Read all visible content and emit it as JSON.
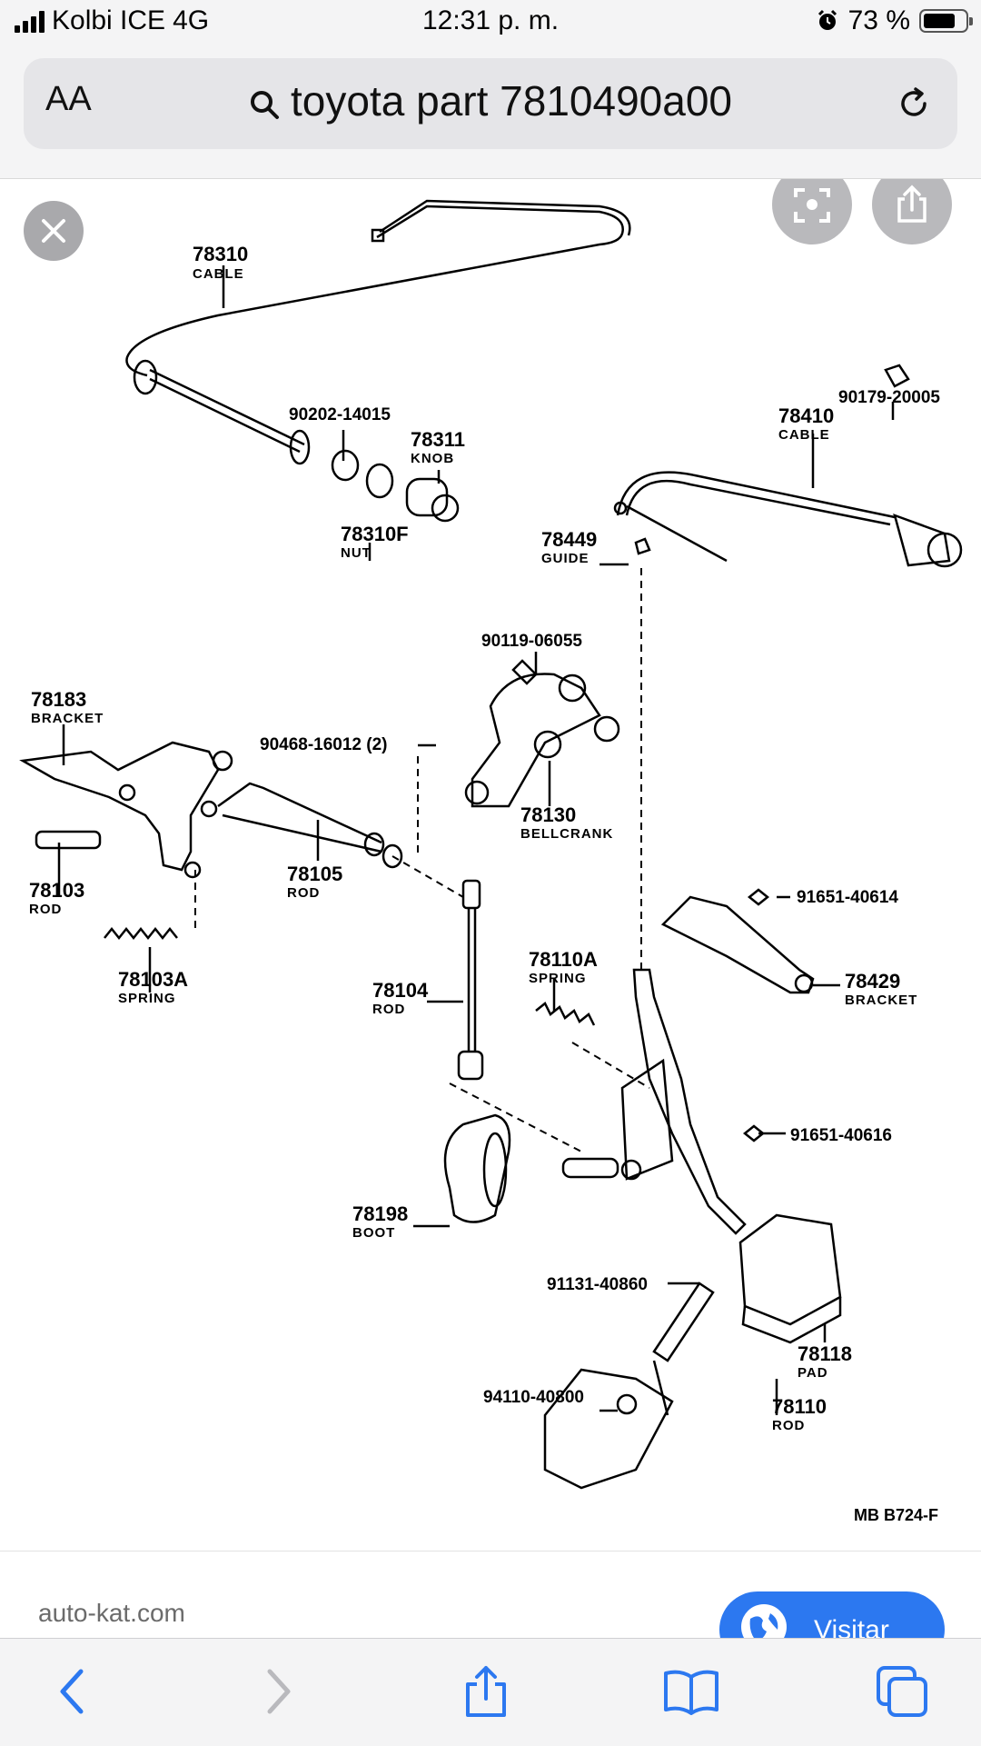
{
  "status_bar": {
    "carrier": "Kolbi ICE",
    "network": "4G",
    "time": "12:31 p. m.",
    "battery": "73 %",
    "battery_level": 0.73
  },
  "address_bar": {
    "text_size_button": "AA",
    "query": "toyota part 7810490a00",
    "icons": [
      "search-icon",
      "reload-icon"
    ]
  },
  "image_viewer": {
    "icons": [
      "close-icon",
      "visual-lookup-icon",
      "share-icon"
    ],
    "diagram": {
      "parts": [
        {
          "number": "78310",
          "name": "CABLE"
        },
        {
          "number": "90202-14015",
          "name": ""
        },
        {
          "number": "78311",
          "name": "KNOB"
        },
        {
          "number": "78310F",
          "name": "NUT"
        },
        {
          "number": "90179-20005",
          "name": ""
        },
        {
          "number": "78410",
          "name": "CABLE"
        },
        {
          "number": "78449",
          "name": "GUIDE"
        },
        {
          "number": "90119-06055",
          "name": ""
        },
        {
          "number": "78183",
          "name": "BRACKET"
        },
        {
          "number": "90468-16012 (2)",
          "name": ""
        },
        {
          "number": "78130",
          "name": "BELLCRANK"
        },
        {
          "number": "78103",
          "name": "ROD"
        },
        {
          "number": "78105",
          "name": "ROD"
        },
        {
          "number": "91651-40614",
          "name": ""
        },
        {
          "number": "78103A",
          "name": "SPRING"
        },
        {
          "number": "78110A",
          "name": "SPRING"
        },
        {
          "number": "78429",
          "name": "BRACKET"
        },
        {
          "number": "78104",
          "name": "ROD"
        },
        {
          "number": "91651-40616",
          "name": ""
        },
        {
          "number": "78198",
          "name": "BOOT"
        },
        {
          "number": "91131-40860",
          "name": ""
        },
        {
          "number": "78118",
          "name": "PAD"
        },
        {
          "number": "94110-40800",
          "name": ""
        },
        {
          "number": "78110",
          "name": "ROD"
        }
      ],
      "figure_code": "MB  B724-F"
    }
  },
  "source": {
    "site": "auto-kat.com",
    "visit_button": "Visitar",
    "icon": "globe-icon"
  },
  "toolbar": {
    "icons": [
      "back-icon",
      "forward-icon",
      "share-icon",
      "bookmarks-icon",
      "tabs-icon"
    ]
  }
}
